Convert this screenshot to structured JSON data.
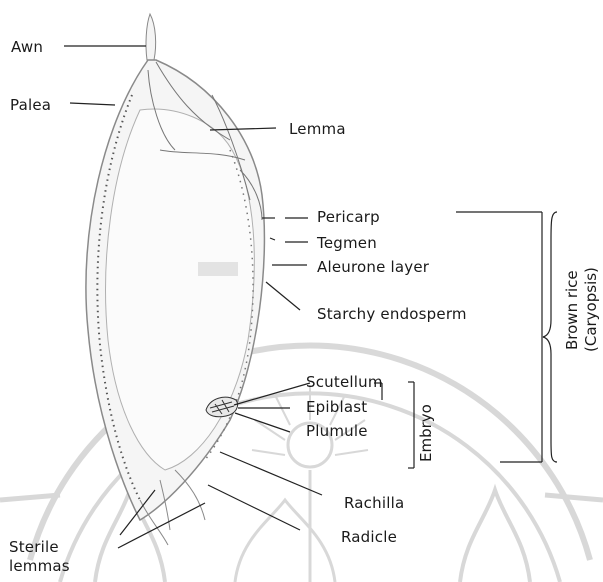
{
  "labels": {
    "awn": "Awn",
    "palea": "Palea",
    "lemma": "Lemma",
    "pericarp": "Pericarp",
    "tegmen": "Tegmen",
    "aleurone_layer": "Aleurone layer",
    "starchy_endosperm": "Starchy endosperm",
    "scutellum": "Scutellum",
    "epiblast": "Epiblast",
    "plumule": "Plumule",
    "embryo": "Embryo",
    "rachilla": "Rachilla",
    "radicle": "Radicle",
    "sterile_lemmas_line1": "Sterile",
    "sterile_lemmas_line2": "lemmas",
    "brown_rice": "Brown rice",
    "caryopsis": "(Caryopsis)"
  },
  "colors": {
    "ink": "#1a1a1a",
    "line": "#222222",
    "grain_outline": "#8a8a8a",
    "dots": "#4a4a4a",
    "watermark": "#c8c8c8"
  }
}
